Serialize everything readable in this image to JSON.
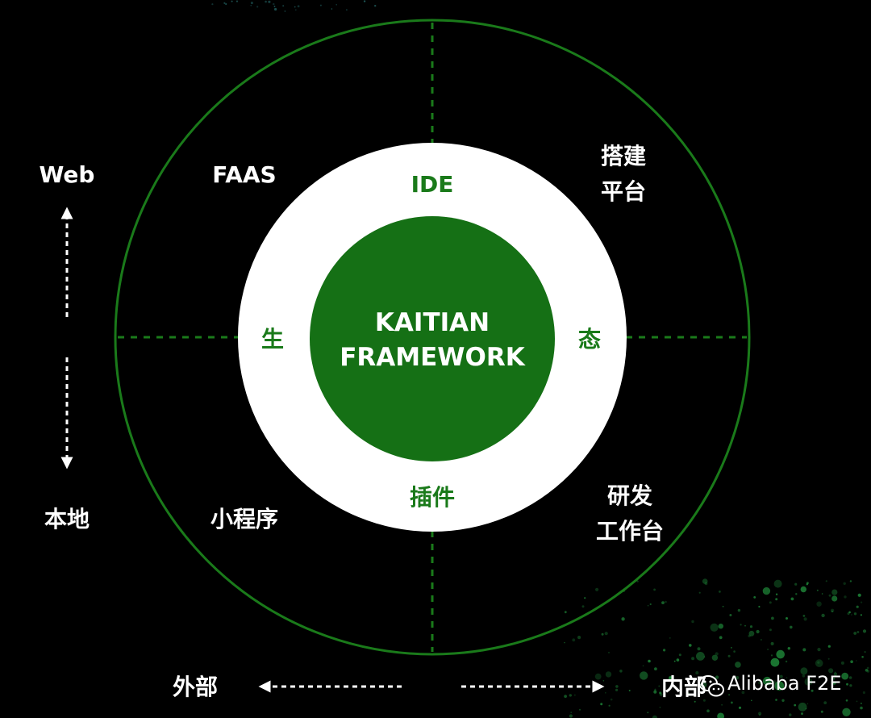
{
  "colors": {
    "background": "#000000",
    "ring_stroke": "#1a7a1a",
    "core_fill": "#157015",
    "middle_fill": "#ffffff",
    "label_text": "#ffffff",
    "ring_label_text": "#1a7a1a",
    "decor_dots": "#1f8a3a"
  },
  "core": {
    "line1": "KAITIAN",
    "line2": "FRAMEWORK"
  },
  "ring_labels": {
    "top": "IDE",
    "bottom": "插件",
    "left": "生",
    "right": "态"
  },
  "quadrants": {
    "top_left": "FAAS",
    "top_right_line1": "搭建",
    "top_right_line2": "平台",
    "bottom_left": "小程序",
    "bottom_right_line1": "研发",
    "bottom_right_line2": "工作台"
  },
  "axes": {
    "vertical_top": "Web",
    "vertical_bottom": "本地",
    "horizontal_left": "外部",
    "horizontal_right": "内部"
  },
  "watermark": {
    "icon": "wechat-icon",
    "text": "Alibaba F2E"
  }
}
